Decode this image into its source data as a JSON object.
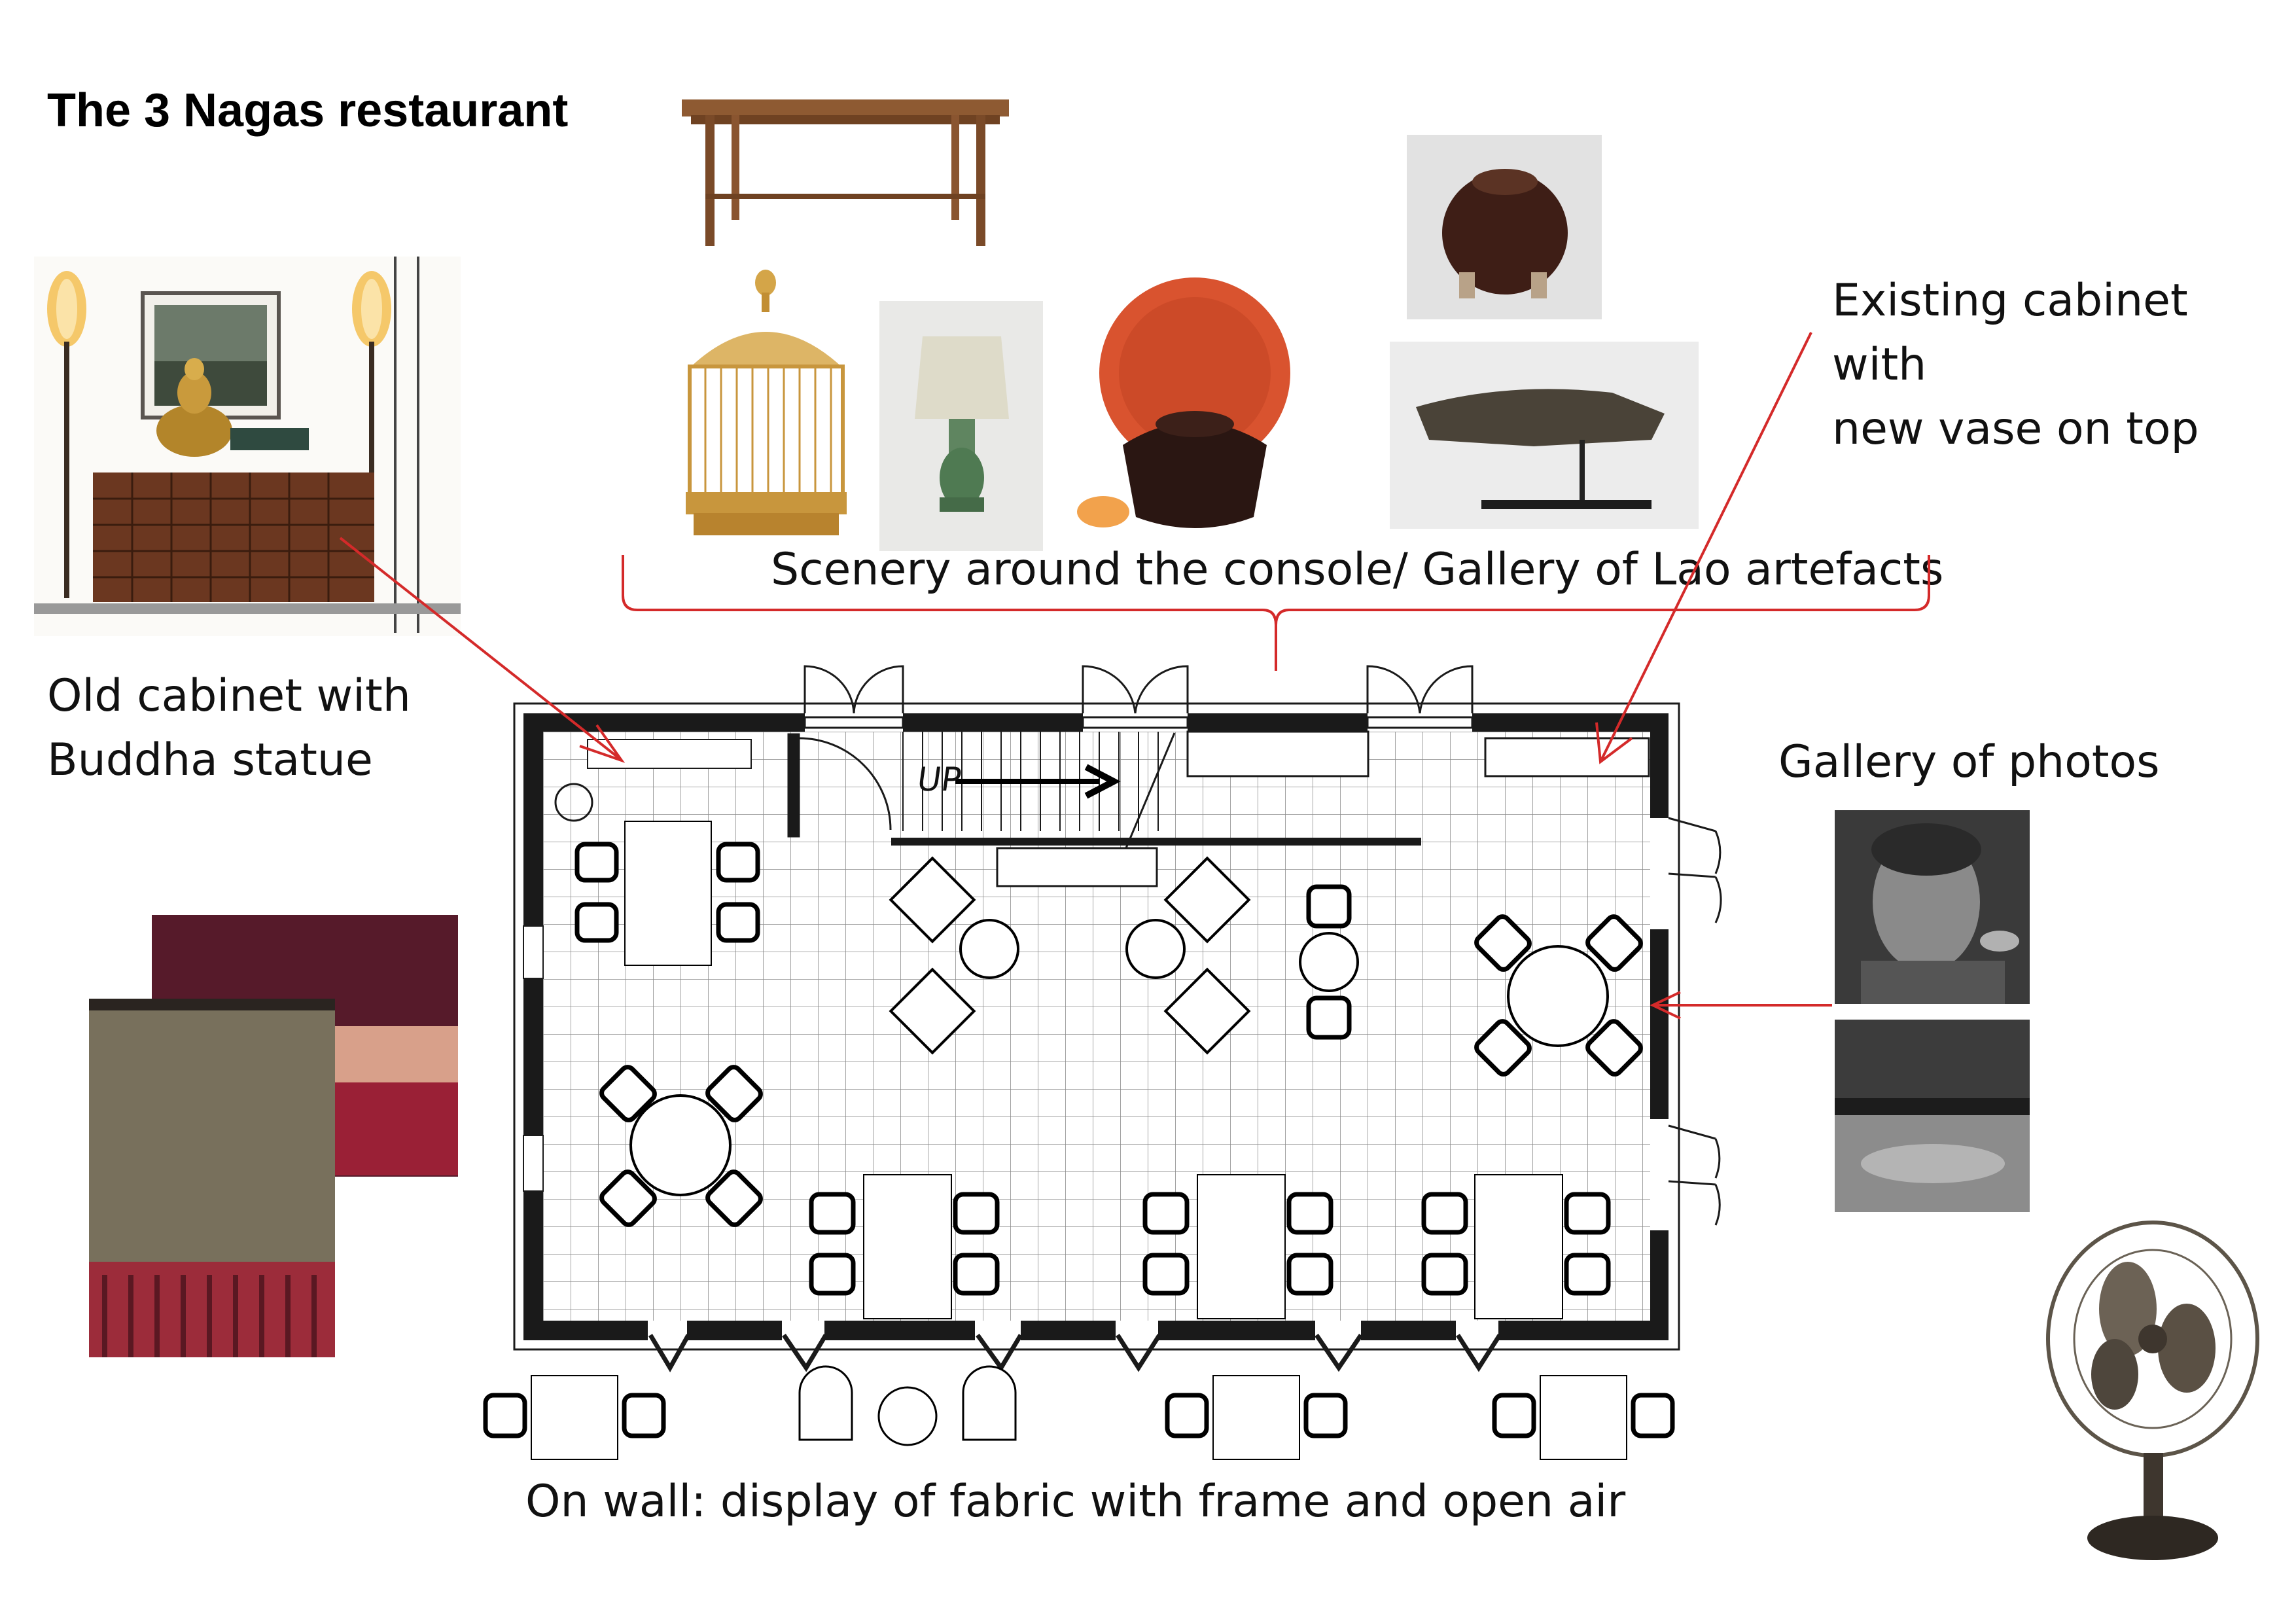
{
  "title": "The 3 Nagas restaurant",
  "labels": {
    "old_cabinet": "Old cabinet with\nBuddha statue",
    "scenery": "Scenery around the console/ Gallery of Lao artefacts",
    "existing_cabinet": "Existing cabinet with\nnew vase on top",
    "gallery_photos": "Gallery of photos",
    "fabric_wall": "On wall: display of fabric with frame and open air"
  },
  "plan": {
    "stair_text": "UP"
  },
  "images": [
    {
      "icon": "buddha-cabinet-photo"
    },
    {
      "icon": "wooden-table-photo"
    },
    {
      "icon": "birdcage-photo"
    },
    {
      "icon": "table-lamp-photo"
    },
    {
      "icon": "lacquer-bowl-photo"
    },
    {
      "icon": "ceramic-jar-photo"
    },
    {
      "icon": "wood-sculpture-photo"
    },
    {
      "icon": "fabric-textile-photo"
    },
    {
      "icon": "portrait-photo"
    },
    {
      "icon": "landscape-photo"
    },
    {
      "icon": "vintage-fan-photo"
    }
  ],
  "colors": {
    "annotation_red": "#d42a2a",
    "wall": "#1a1a1a",
    "grid": "#9a9a9a"
  }
}
